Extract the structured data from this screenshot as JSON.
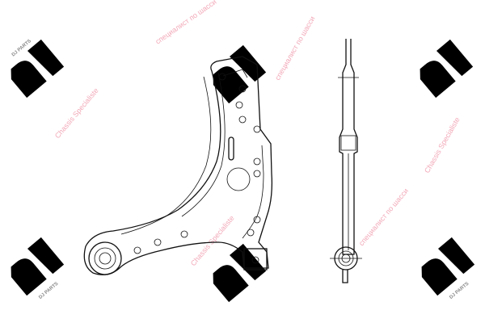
{
  "watermark": {
    "brand": "DJ PARTS",
    "slogan_en": "Chassis Specialiste",
    "slogan_ru": "специалист по шасси",
    "logo_color": "#8a8a8a",
    "slogan_color": "#f2a8b8"
  },
  "drawing": {
    "views": [
      "control-arm-top-view",
      "control-arm-side-view"
    ],
    "line_color": "#111111"
  }
}
